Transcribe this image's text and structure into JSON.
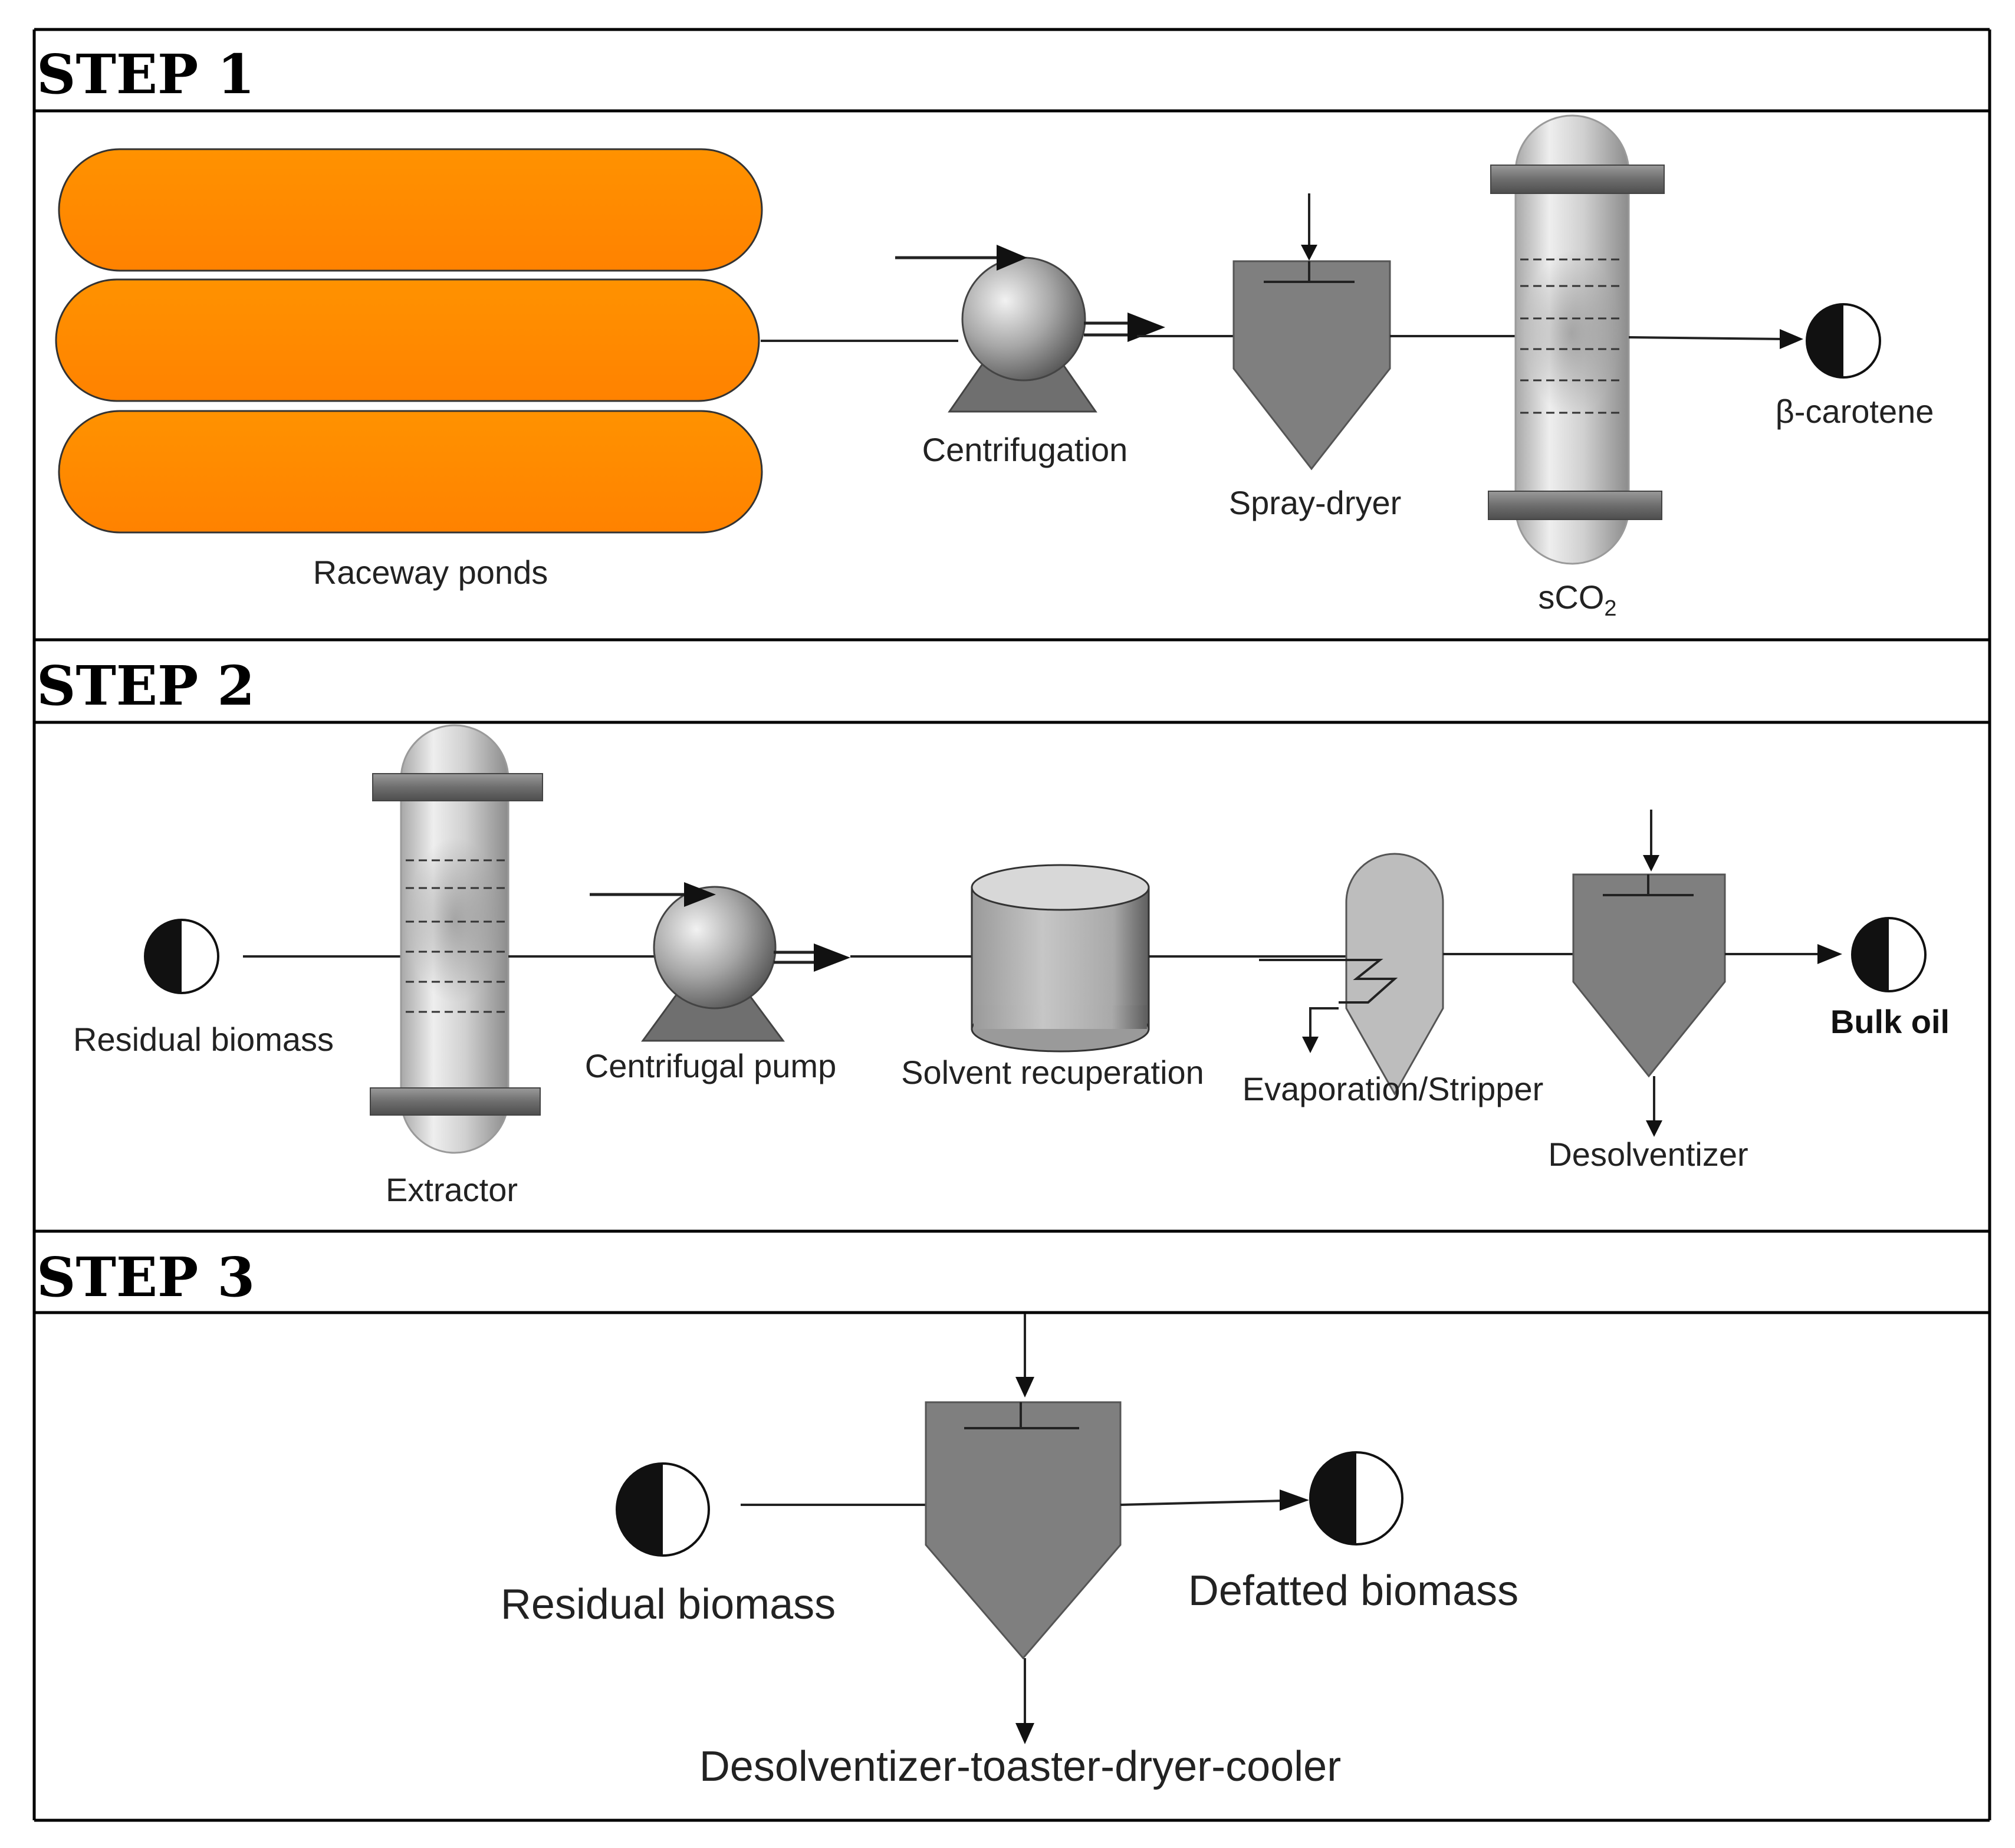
{
  "steps": [
    {
      "title": "STEP 1",
      "labels": {
        "raceway": "Raceway ponds",
        "centrifugation": "Centrifugation",
        "spray_dryer": "Spray-dryer",
        "sco2_main": "sCO",
        "sco2_sub": "2",
        "product": "β-carotene"
      }
    },
    {
      "title": "STEP 2",
      "labels": {
        "residual": "Residual biomass",
        "extractor": "Extractor",
        "pump": "Centrifugal pump",
        "solvent": "Solvent recuperation",
        "evaporation": "Evaporation/Stripper",
        "desolventizer": "Desolventizer",
        "product": "Bulk oil"
      }
    },
    {
      "title": "STEP 3",
      "labels": {
        "residual": "Residual biomass",
        "product": "Defatted biomass",
        "dtdc": "Desolventizer-toaster-dryer-cooler"
      }
    }
  ],
  "colors": {
    "pond_orange": "#FF8C00",
    "equipment_gray": "#7f7f7f",
    "frame": "#000000"
  }
}
